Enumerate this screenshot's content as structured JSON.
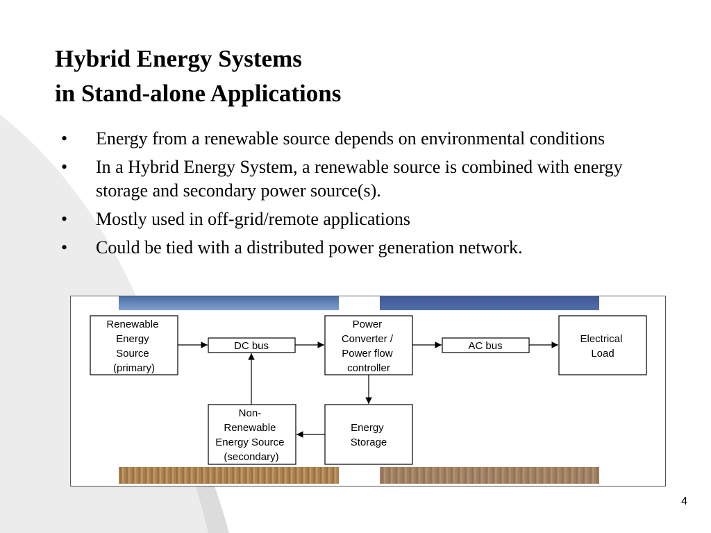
{
  "slide": {
    "title_line1": "Hybrid Energy Systems",
    "title_line2": "in Stand-alone Applications",
    "bullet_symbol": "•",
    "bullets": [
      "Energy from a renewable source depends on environmental conditions",
      "In a Hybrid Energy System, a renewable source is combined with energy storage and secondary power source(s).",
      "Mostly used in off-grid/remote applications",
      "Could be tied with a distributed power generation network."
    ],
    "page_number": "4"
  },
  "diagram": {
    "renewable": [
      "Renewable",
      "Energy",
      "Source",
      "(primary)"
    ],
    "dc_bus": "DC bus",
    "converter": [
      "Power",
      "Converter /",
      "Power flow",
      "controller"
    ],
    "ac_bus": "AC bus",
    "load": [
      "Electrical",
      "Load"
    ],
    "nonrenewable": [
      "Non-",
      "Renewable",
      "Energy Source",
      "(secondary)"
    ],
    "storage": [
      "Energy",
      "Storage"
    ]
  }
}
